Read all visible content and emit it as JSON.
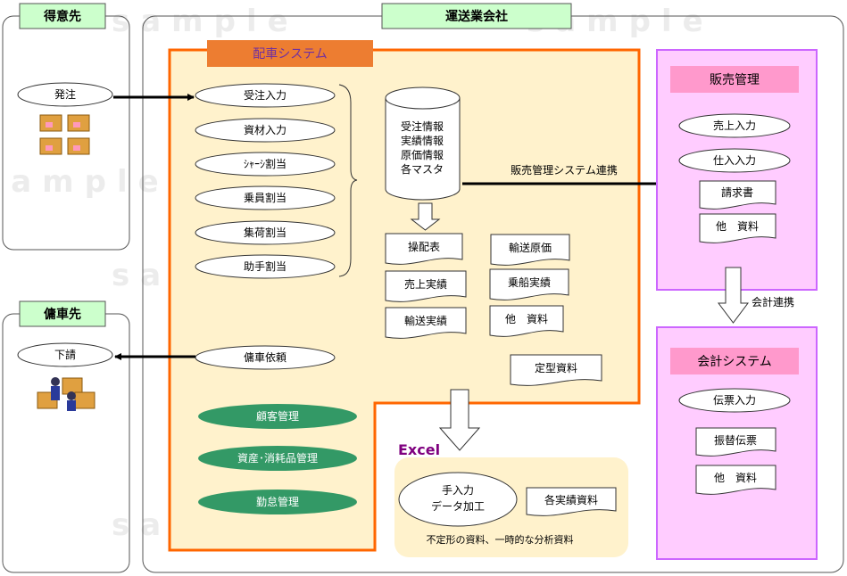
{
  "watermark": "sample",
  "customer": {
    "title": "得意先",
    "order": "発注"
  },
  "subcontractor": {
    "title": "傭車先",
    "subcontract": "下請"
  },
  "company": {
    "title": "運送業会社"
  },
  "dispatch": {
    "title": "配車システム",
    "inputs": [
      "受注入力",
      "資材入力",
      "ｼｬｰｼ割当",
      "乗員割当",
      "集荷割当",
      "助手割当"
    ],
    "charter_request": "傭車依頼",
    "database": [
      "受注情報",
      "実績情報",
      "原価情報",
      "各マスタ"
    ],
    "reports": [
      "操配表",
      "輸送原価",
      "売上実績",
      "乗船実績",
      "輸送実績",
      "他　資料",
      "定型資料"
    ],
    "management": [
      "顧客管理",
      "資産･消耗品管理",
      "勤怠管理"
    ],
    "sales_link": "販売管理システム連携"
  },
  "excel": {
    "title": "Excel",
    "process": [
      "手入力",
      "データ加工"
    ],
    "doc": "各実績資料",
    "caption": "不定形の資料、一時的な分析資料"
  },
  "sales": {
    "title": "販売管理",
    "inputs": [
      "売上入力",
      "仕入入力"
    ],
    "docs": [
      "請求書",
      "他　資料"
    ]
  },
  "accounting_link": "会計連携",
  "accounting": {
    "title": "会計システム",
    "inputs": [
      "伝票入力"
    ],
    "docs": [
      "振替伝票",
      "他　資料"
    ]
  },
  "colors": {
    "orange": "#ed7d31",
    "purple": "#7030a0",
    "green": "#339966",
    "cream": "#fff2cc",
    "pink": "#ffccff",
    "pinkTitle": "#ff99cc"
  }
}
